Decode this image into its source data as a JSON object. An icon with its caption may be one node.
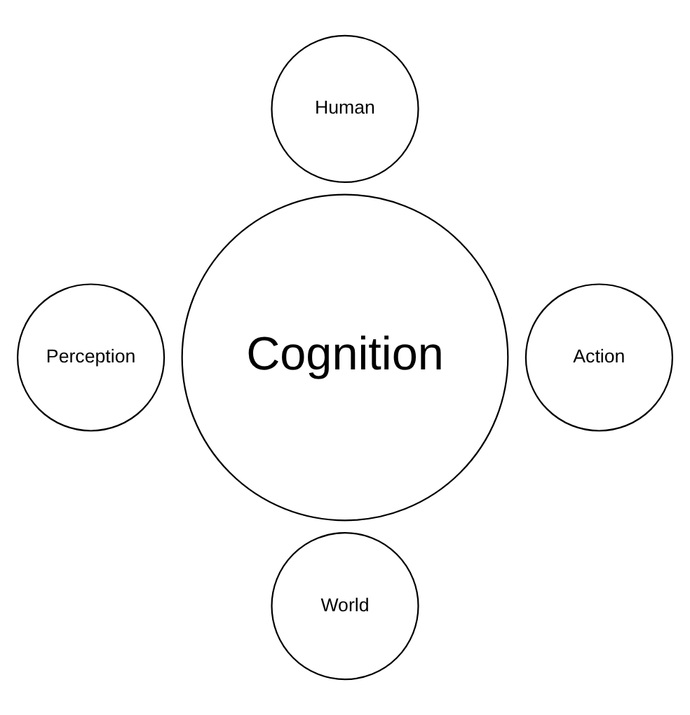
{
  "diagram": {
    "nodes": [
      {
        "text": [
          "Human"
        ]
      },
      {
        "text": [
          "Perception"
        ]
      },
      {
        "text": [
          "Cognition"
        ]
      },
      {
        "text": [
          "Action"
        ]
      },
      {
        "text": [
          "World"
        ]
      }
    ],
    "edges": []
  }
}
